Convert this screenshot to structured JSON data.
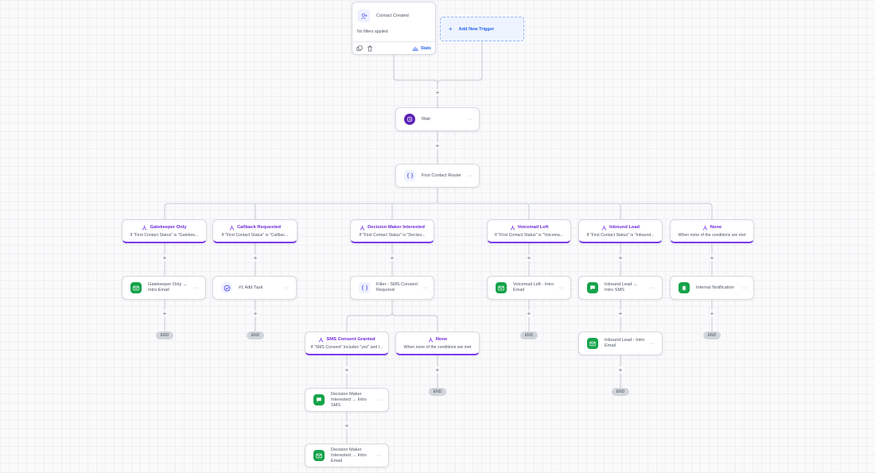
{
  "trigger": {
    "title": "Contact Created",
    "filter_text": "No filters applied",
    "stats_label": "Stats",
    "icon": "user-plus-icon"
  },
  "add_trigger": {
    "plus": "+",
    "label": "Add New Trigger"
  },
  "common": {
    "plus": "+",
    "more": "···",
    "end_label": "END"
  },
  "wait": {
    "label": "Wait",
    "icon": "clock-icon"
  },
  "router": {
    "label": "First Contact Router",
    "icon": "braces-icon"
  },
  "branches": {
    "gatekeeper": {
      "title": "Gatekeeper Only",
      "desc": "If \"First Contact Status\" is \"Gatekee..."
    },
    "callback": {
      "title": "Callback Requested",
      "desc": "If \"First Contact Status\" is \"Callbac..."
    },
    "decision": {
      "title": "Decision Maker Interested",
      "desc": "If \"First Contact Status\" is \"Decisio..."
    },
    "voicemail": {
      "title": "Voicemail Left",
      "desc": "If \"First Contact Status\" is \"Voicema..."
    },
    "inbound": {
      "title": "Inbound Lead",
      "desc": "If \"First Contact Status\" is \"Inbound..."
    },
    "none": {
      "title": "None",
      "desc": "When none of the conditions are met"
    },
    "sms_granted": {
      "title": "SMS Consent Granted",
      "desc": "If \"SMS Consent\" includes \"yes\" and I..."
    },
    "sms_none": {
      "title": "None",
      "desc": "When none of the conditions are met"
    }
  },
  "actions": {
    "gatekeeper_email": {
      "label": "Gatekeeper Only → Intro Email",
      "icon": "email-icon"
    },
    "callback_task": {
      "label": "#1 Add Task",
      "icon": "task-check-icon"
    },
    "sms_filter": {
      "label": "Filter - SMS Consent Required",
      "icon": "braces-icon"
    },
    "voicemail_email": {
      "label": "Voicemail Left - Intro Email",
      "icon": "email-icon"
    },
    "inbound_sms": {
      "label": "Inbound Lead → Intro SMS",
      "icon": "sms-icon"
    },
    "internal_notification": {
      "label": "Internal Notification",
      "icon": "bell-icon"
    },
    "inbound_email": {
      "label": "Inbound Lead - Intro Email",
      "icon": "email-icon"
    },
    "dm_sms": {
      "label": "Decision Maker Interested → Intro SMS",
      "icon": "sms-icon"
    },
    "dm_email": {
      "label": "Decision Maker Interested → Intro Email",
      "icon": "email-icon"
    }
  },
  "colors": {
    "accent_purple": "#7c3aed",
    "wait_icon": "#5b21b6",
    "email_green": "#16a34a",
    "task_blue": "#4f46e5",
    "link_blue": "#2563eb",
    "connector": "#c5c9d1"
  }
}
